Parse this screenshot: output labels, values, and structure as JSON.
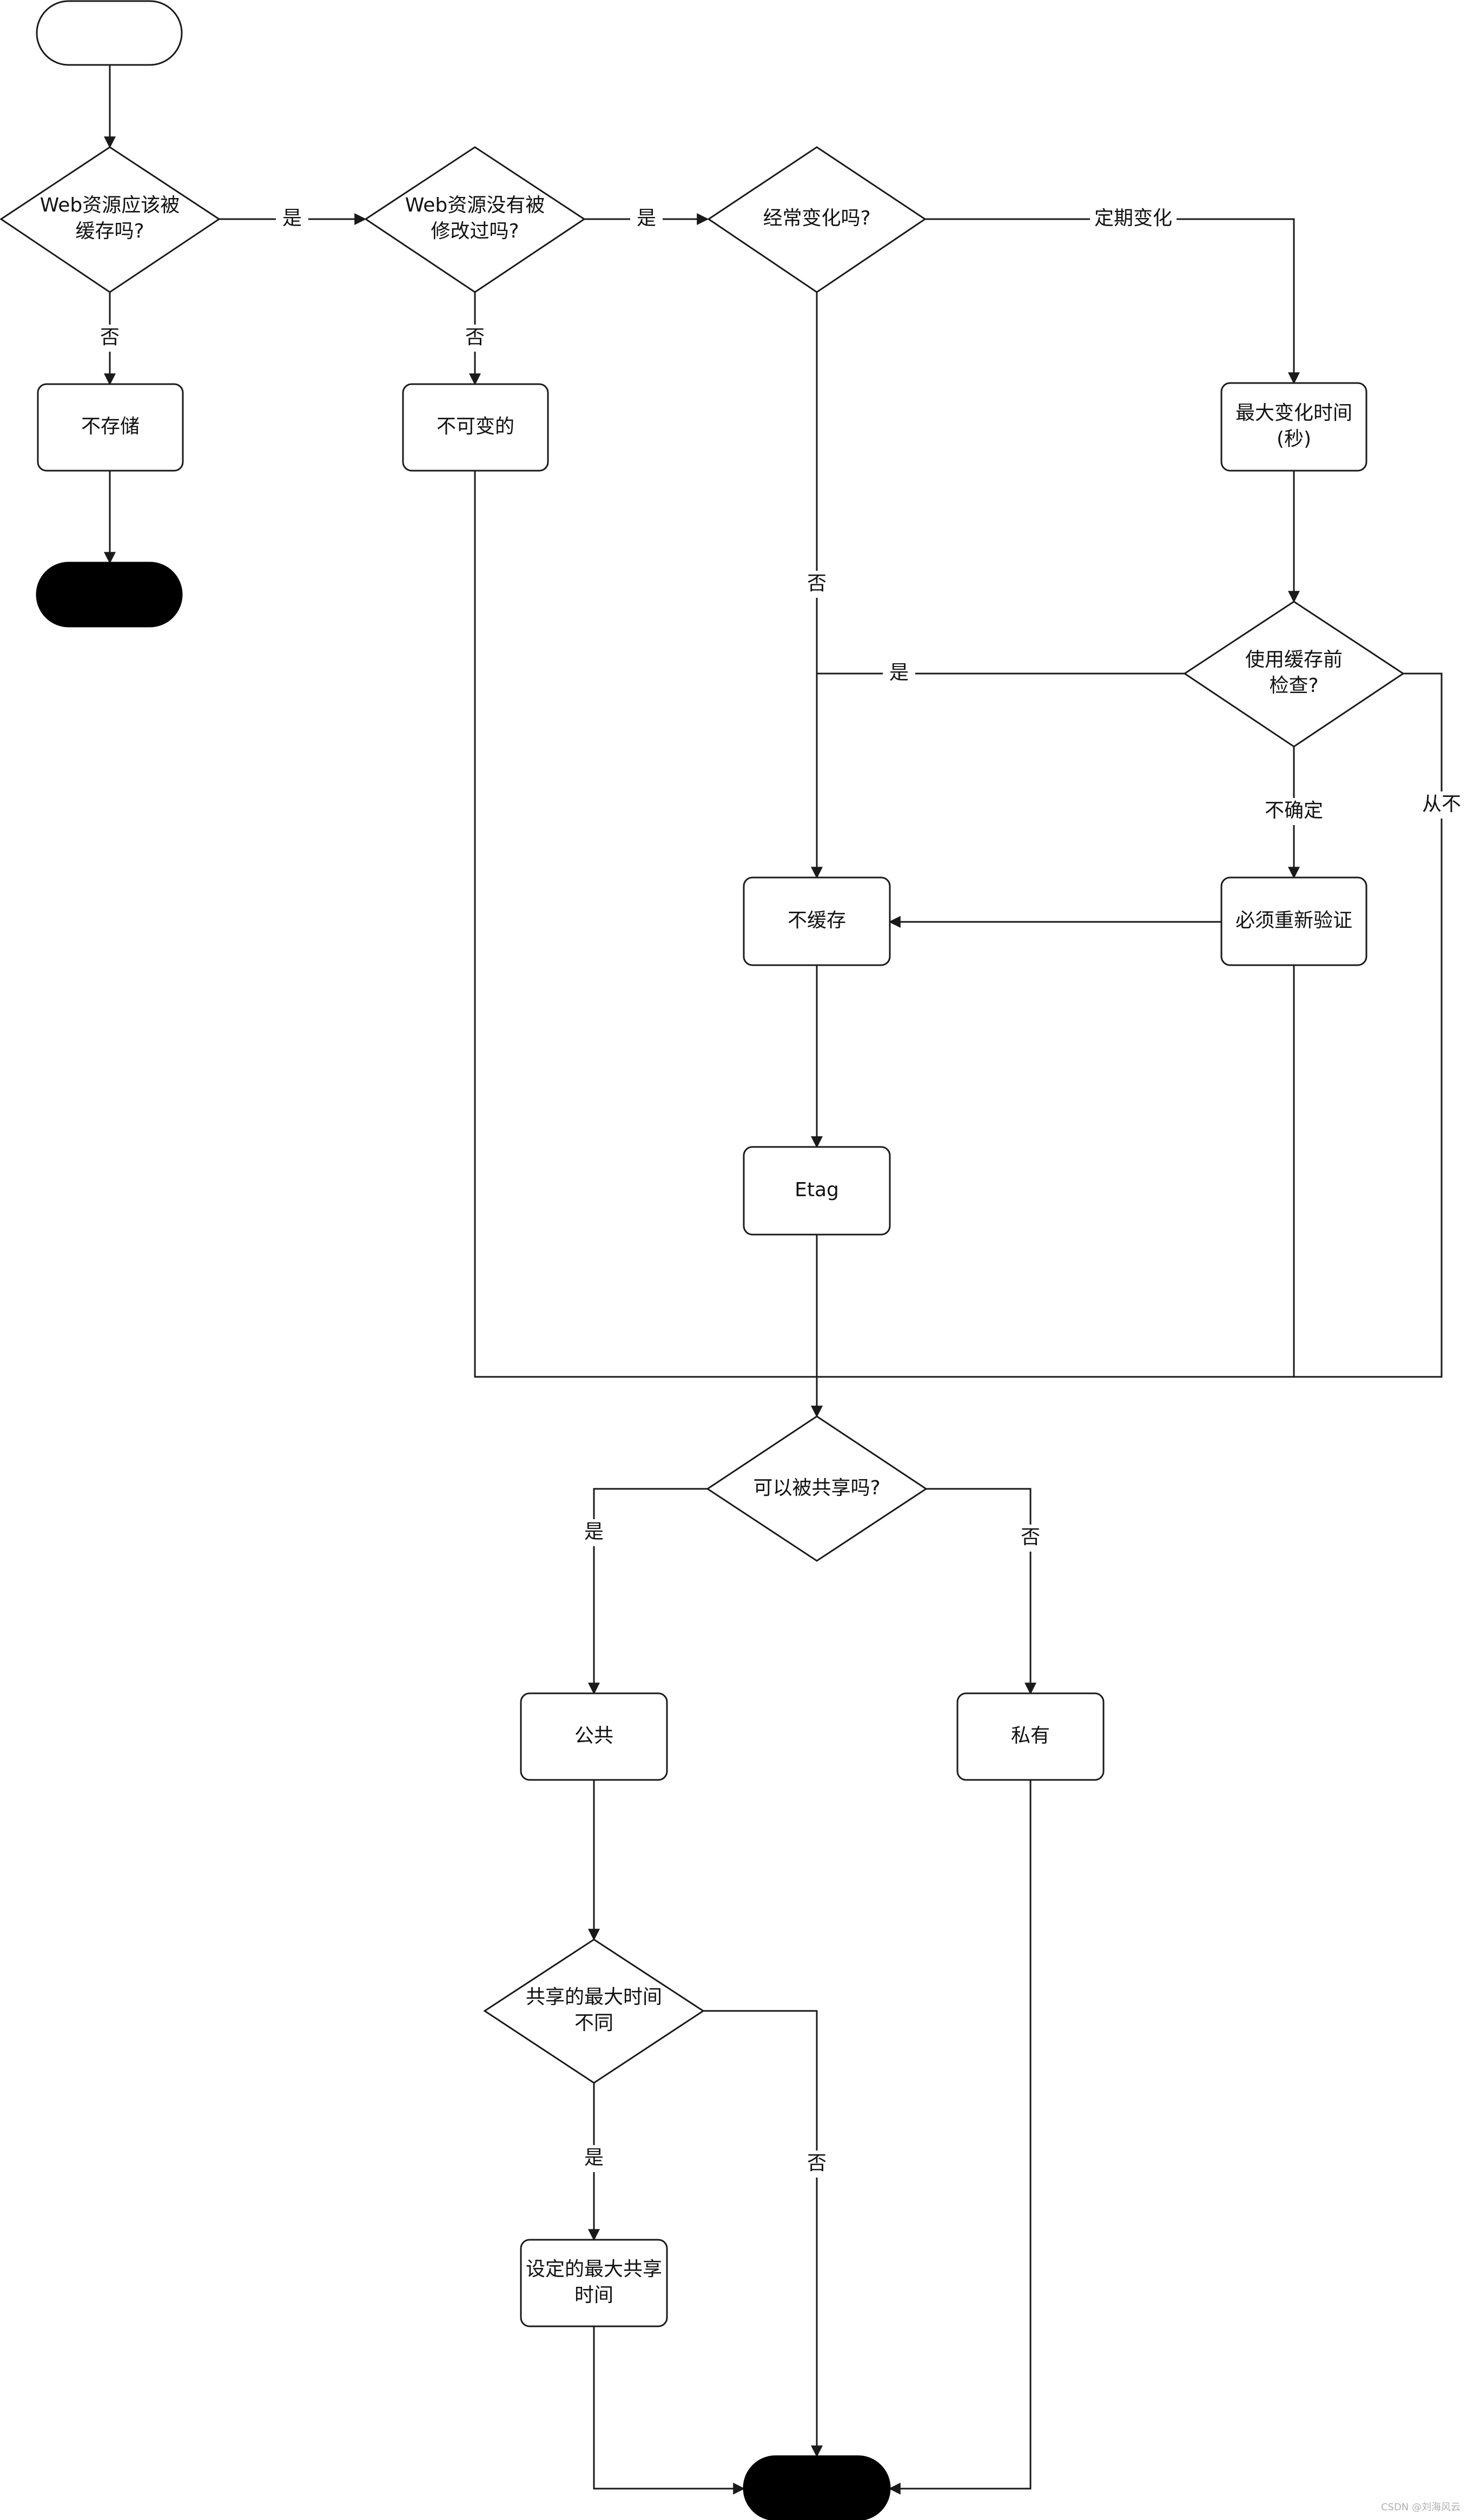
{
  "nodes": {
    "q_cache": [
      "Web资源应该被",
      "缓存吗?"
    ],
    "q_modified": [
      "Web资源没有被",
      "修改过吗?"
    ],
    "q_changes": [
      "经常变化吗?"
    ],
    "no_store": [
      "不存储"
    ],
    "immutable": [
      "不可变的"
    ],
    "max_change_time": [
      "最大变化时间",
      "(秒)"
    ],
    "q_check_before_use": [
      "使用缓存前",
      "检查?"
    ],
    "no_cache": [
      "不缓存"
    ],
    "must_revalidate": [
      "必须重新验证"
    ],
    "etag": [
      "Etag"
    ],
    "q_shareable": [
      "可以被共享吗?"
    ],
    "public": [
      "公共"
    ],
    "private": [
      "私有"
    ],
    "q_shared_max_age": [
      "共享的最大时间",
      "不同"
    ],
    "s_maxage": [
      "设定的最大共享",
      "时间"
    ]
  },
  "edge_labels": {
    "cache_no": "否",
    "cache_yes": "是",
    "modified_no": "否",
    "modified_yes": "是",
    "changes_no": "否",
    "changes_periodic": "定期变化",
    "check_yes": "是",
    "check_unsure": "不确定",
    "check_never": "从不",
    "share_yes": "是",
    "share_no": "否",
    "shared_age_yes": "是",
    "shared_age_no": "否"
  },
  "colors": {
    "line": "#1a1a1a",
    "terminal_fill": "#000000",
    "shape_fill": "#ffffff"
  },
  "watermark": "CSDN @刘海风云"
}
